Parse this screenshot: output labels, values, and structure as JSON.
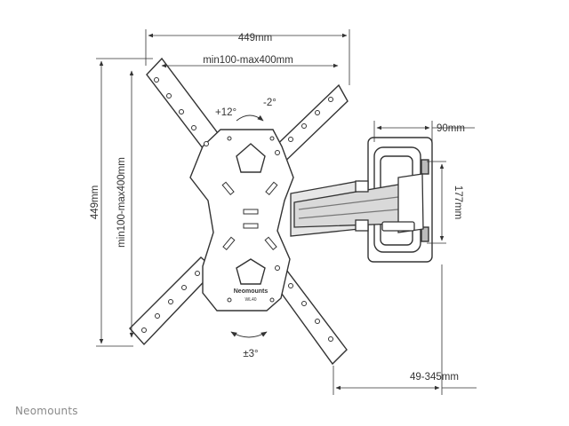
{
  "dimensions": {
    "total_width": "449mm",
    "vesa_width": "min100-max400mm",
    "total_height": "449mm",
    "vesa_height": "min100-max400mm",
    "bracket_width": "90mm",
    "bracket_height": "177mm",
    "depth": "49-345mm"
  },
  "angles": {
    "tilt_up": "+12°",
    "tilt_down": "-2°",
    "rotation": "±3°"
  },
  "plate_label": {
    "brand": "Neomounts",
    "model": "WL40"
  },
  "footer": {
    "brand": "Neomounts"
  },
  "colors": {
    "line": "#333333",
    "part_fill": "#ffffff",
    "rail_fill": "#d9d9d9",
    "footer_text": "#8a8a8a"
  }
}
